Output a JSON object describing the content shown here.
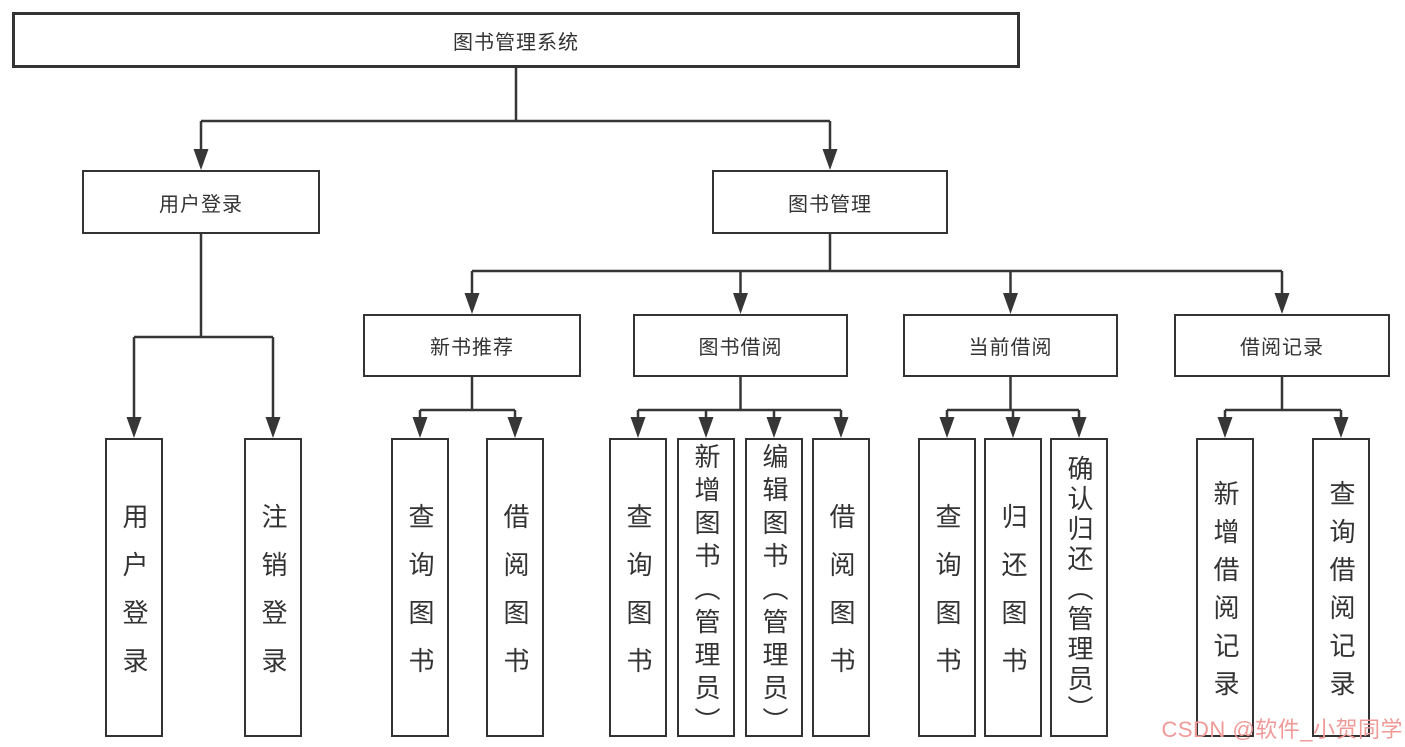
{
  "tree": {
    "root": {
      "label": "图书管理系统"
    },
    "branches": [
      {
        "label": "用户登录",
        "leaves": [
          "用户登录",
          "注销登录"
        ]
      },
      {
        "label": "图书管理",
        "children": [
          {
            "label": "新书推荐",
            "leaves": [
              "查询图书",
              "借阅图书"
            ]
          },
          {
            "label": "图书借阅",
            "leaves": [
              "查询图书",
              "新增图书（管理员）",
              "编辑图书（管理员）",
              "借阅图书"
            ]
          },
          {
            "label": "当前借阅",
            "leaves": [
              "查询图书",
              "归还图书",
              "确认归还（管理员）"
            ]
          },
          {
            "label": "借阅记录",
            "leaves": [
              "新增借阅记录",
              "查询借阅记录"
            ]
          }
        ]
      }
    ]
  },
  "watermark": {
    "text": "CSDN @软件_小贺同学"
  },
  "colors": {
    "background": "#ffffff",
    "text": "#333333",
    "border": "#333333",
    "line": "#363636",
    "watermark": "#f09a98"
  }
}
